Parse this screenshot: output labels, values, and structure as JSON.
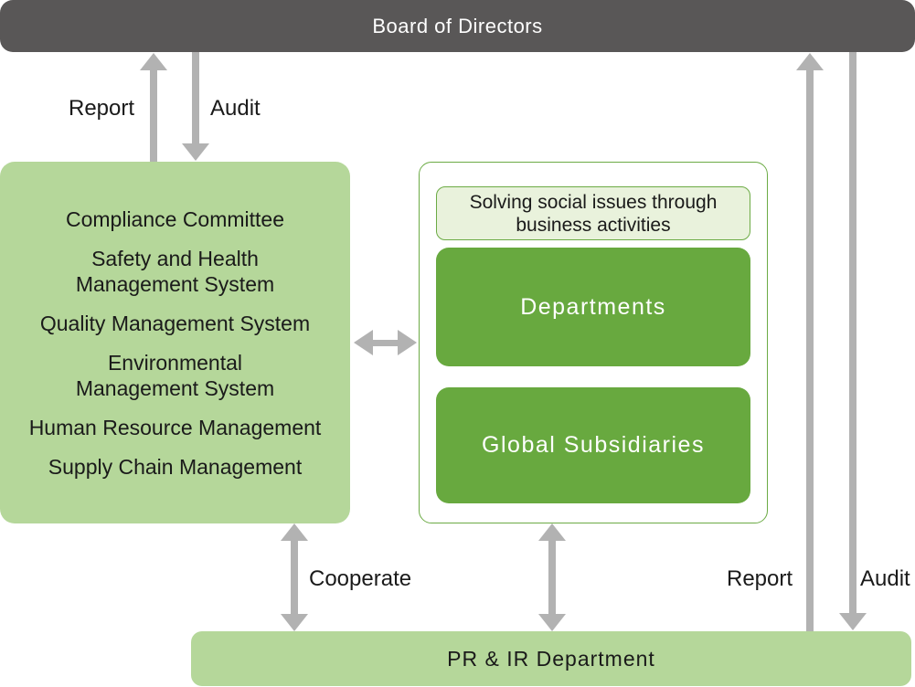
{
  "board": {
    "label": "Board of Directors"
  },
  "left_box": {
    "items": [
      {
        "lines": [
          "Compliance Committee"
        ]
      },
      {
        "lines": [
          "Safety and Health",
          "Management System"
        ]
      },
      {
        "lines": [
          "Quality Management System"
        ]
      },
      {
        "lines": [
          "Environmental",
          "Management System"
        ]
      },
      {
        "lines": [
          "Human Resource Management"
        ]
      },
      {
        "lines": [
          "Supply Chain Management"
        ]
      }
    ]
  },
  "right_panel": {
    "header_lines": [
      "Solving social issues through",
      "business activities"
    ],
    "departments_label": "Departments",
    "global_subsidiaries_label": "Global Subsidiaries"
  },
  "bottom_bar": {
    "label": "PR & IR Department"
  },
  "arrow_labels": {
    "report_left": "Report",
    "audit_left": "Audit",
    "cooperate": "Cooperate",
    "report_right": "Report",
    "audit_right": "Audit"
  },
  "colors": {
    "bar_gray": "#595757",
    "light_green": "#b5d79a",
    "medium_green": "#68a93f",
    "border_green": "#6cab45",
    "pale_green": "#e9f2dc",
    "arrow_gray": "#b2b2b2",
    "text_dark": "#1a1a1a",
    "text_white": "#ffffff"
  }
}
